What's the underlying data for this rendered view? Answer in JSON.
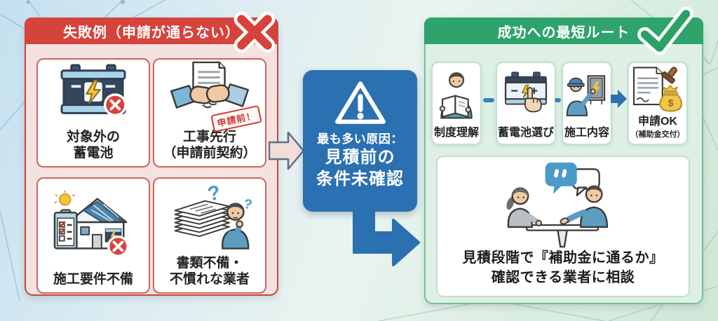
{
  "colors": {
    "failure_red": "#d5433c",
    "failure_panel_bg": "#f4e1e0",
    "cause_blue": "#2b70b0",
    "success_green": "#2ea36c",
    "success_panel_bg": "#def0e6",
    "accent_badge_red": "#d8413c"
  },
  "glyphs": {
    "question": "?",
    "currency": "$"
  },
  "icons": {
    "failure_badge": "x-mark-icon",
    "success_badge": "check-mark-icon",
    "cause_icon": "warning-triangle-icon",
    "failure_card_icons": [
      "car-battery-x-icon",
      "handshake-contract-icon",
      "house-solar-checklist-x-icon",
      "paper-stack-confused-person-icon"
    ],
    "step_icons": [
      "person-reading-icon",
      "battery-pointing-hand-icon",
      "worker-install-panel-icon",
      "document-stamp-money-bag-icon"
    ],
    "advice_icon": "two-people-consulting-icon"
  },
  "failure": {
    "title": "失敗例（申請が通らない）",
    "cards": [
      {
        "lines": [
          "対象外の",
          "蓄電池"
        ]
      },
      {
        "lines": [
          "工事先行",
          "（申請前契約）"
        ],
        "stamp": "申請前！"
      },
      {
        "lines": [
          "施工要件不備"
        ]
      },
      {
        "lines": [
          "書類不備・",
          "不慣れな業者"
        ]
      }
    ]
  },
  "cause": {
    "heading": "最も多い原因：",
    "lines": [
      "見積前の",
      "条件未確認"
    ]
  },
  "success": {
    "title": "成功への最短ルート",
    "steps": [
      {
        "label": "制度理解"
      },
      {
        "label": "蓄電池選び"
      },
      {
        "label": "施工内容"
      },
      {
        "label": "申請OK",
        "sub": "（補助金交付）"
      }
    ],
    "advice": [
      "見積段階で『補助金に通るか』",
      "確認できる業者に相談"
    ]
  }
}
